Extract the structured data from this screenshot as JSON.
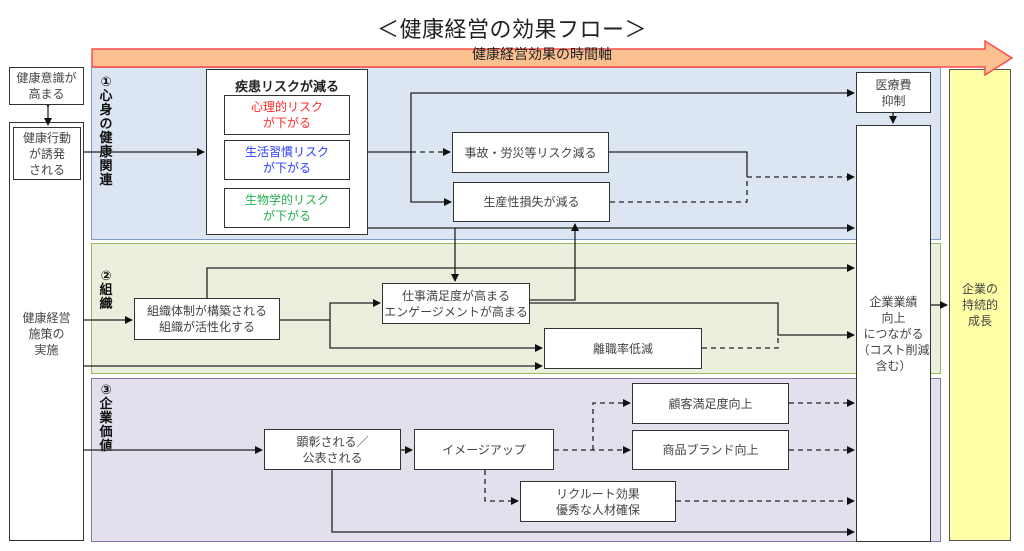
{
  "title": "＜健康経営の効果フロー＞",
  "time_axis": {
    "label": "健康経営効果の時間軸",
    "fill": "#fac090",
    "stroke": "#ff4b4b"
  },
  "left": {
    "awareness": "健康意識が\n高まる",
    "behavior": "健康行動\nが誘発\nされる",
    "implementation": "健康経営\n施策の\n実施"
  },
  "zones": [
    {
      "label": "①心身の健康関連",
      "color": "#dce6f2"
    },
    {
      "label": "②組織",
      "color": "#ebf0de"
    },
    {
      "label": "③企業価値",
      "color": "#e4dfec"
    }
  ],
  "zone1": {
    "risk_title": "疾患リスクが減る",
    "risks": [
      {
        "text": "心理的リスク\nが下がる",
        "color": "#ff2a2a"
      },
      {
        "text": "生活習慣リスク\nが下がる",
        "color": "#2a3aff"
      },
      {
        "text": "生物学的リスク\nが下がる",
        "color": "#22b04f"
      }
    ],
    "medical": "医療費\n抑制",
    "accident": "事故・労災等リスク減る",
    "productivity": "生産性損失が減る"
  },
  "zone2": {
    "org": "組織体制が構築される\n組織が活性化する",
    "satisfaction": "仕事満足度が高まる\nエンゲージメントが高まる",
    "turnover": "離職率低減"
  },
  "zone3": {
    "award": "顕彰される／\n公表される",
    "image": "イメージアップ",
    "customer": "顧客満足度向上",
    "brand": "商品ブランド向上",
    "recruit": "リクルート効果\n優秀な人材確保"
  },
  "outcome": "企業業績\n向上\nにつながる\n（コスト削減\n含む）",
  "goal": "企業の\n持続的\n成長"
}
